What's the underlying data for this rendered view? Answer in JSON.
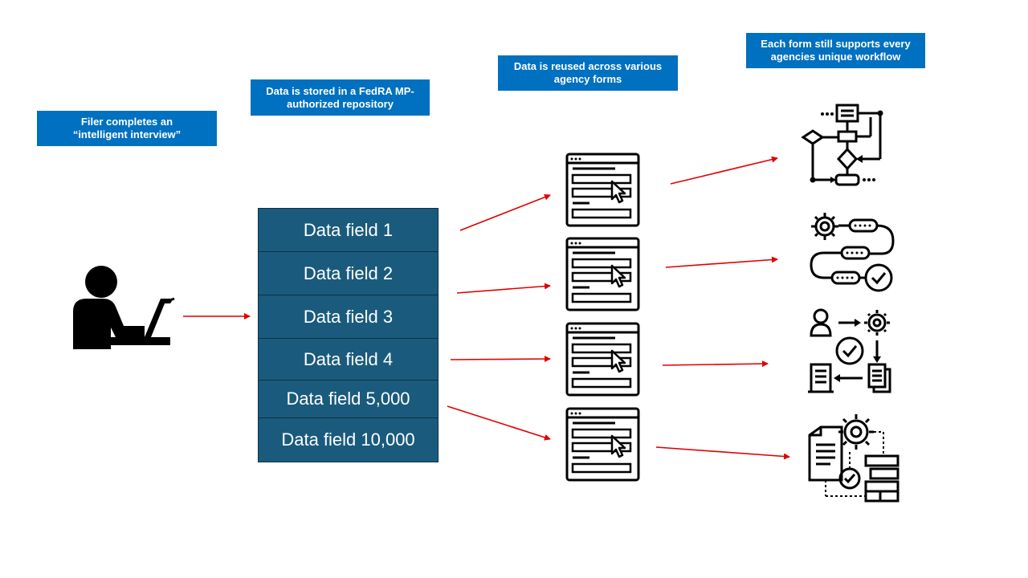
{
  "labels": {
    "filer": [
      "Filer completes an",
      "“intelligent interview”"
    ],
    "stored": [
      "Data is stored in a FedRA MP-",
      "authorized repository"
    ],
    "reused": [
      "Data is reused across various",
      "agency forms"
    ],
    "workflow": [
      "Each form still supports every",
      "agencies unique workflow"
    ]
  },
  "data_fields": [
    "Data field 1",
    "Data field 2",
    "Data field 3",
    "Data field 4",
    "Data field 5,000",
    "Data field 10,000"
  ],
  "colors": {
    "label_background": "#0070c0",
    "field_background": "#1a5b7d",
    "arrow": "#e00000",
    "icon": "#000000"
  },
  "icons": {
    "filer": "person-at-laptop-icon",
    "forms": "web-form-icon",
    "workflows": [
      "flowchart-icon",
      "gear-process-pipeline-icon",
      "user-gear-document-cycle-icon",
      "document-gear-database-icon"
    ]
  }
}
